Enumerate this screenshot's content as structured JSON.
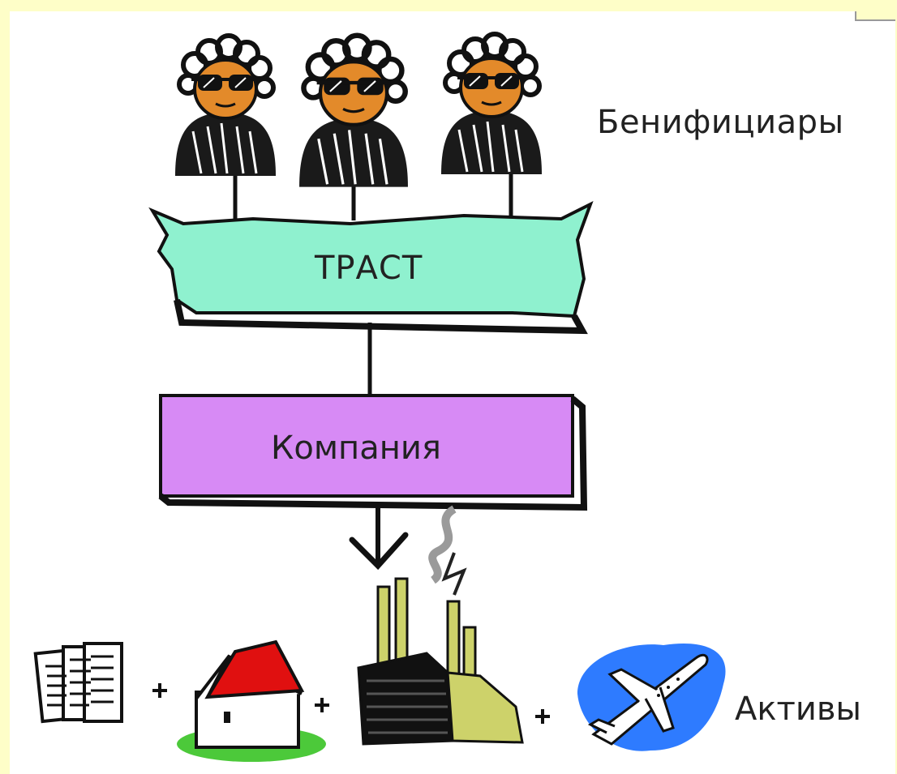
{
  "labels": {
    "beneficiaries": "Бенифициары",
    "trust": "ТРАСТ",
    "company": "Компания",
    "assets": "Активы"
  },
  "icons": [
    "beneficiary-person-icon",
    "document-icon",
    "house-icon",
    "factory-icon",
    "airplane-icon",
    "plus-icon",
    "arrow-down-icon"
  ],
  "colors": {
    "page_background": "#fefec8",
    "trust_box": "#8ff1cf",
    "company_box": "#d78af5",
    "face": "#e38a2a",
    "house_roof": "#e01010",
    "grass": "#4cc93a",
    "factory_chimney": "#cdd26a",
    "sky_blob": "#2e7bff"
  }
}
